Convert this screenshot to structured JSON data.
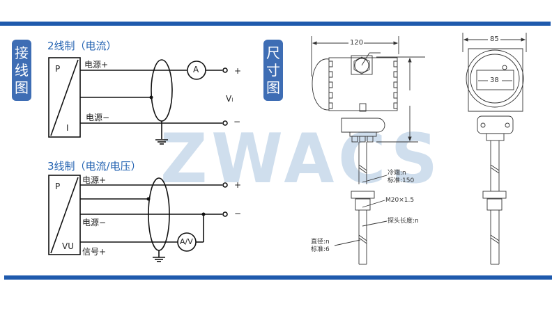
{
  "colors": {
    "accent": "#1f5aad",
    "tag_bg": "#3e6db4",
    "title": "#2060b0",
    "watermark": "#c7d9ea"
  },
  "watermark": "ZWACS",
  "wiring": {
    "tag_chars": [
      "接",
      "线",
      "图"
    ],
    "two_wire": {
      "title": "2线制（电流）",
      "box_top": "P",
      "box_bottom": "I",
      "power_plus": "电源+",
      "power_minus": "电源−",
      "meter": "A",
      "terminal_plus": "+",
      "terminal_minus": "−",
      "voltage": "Vₗ"
    },
    "three_wire": {
      "title": "3线制（电流/电压）",
      "box_top": "P",
      "box_bottom": "VU",
      "power_plus": "电源+",
      "power_minus": "电源−",
      "signal_plus": "信号+",
      "meter": "A/V",
      "terminal_plus": "+",
      "terminal_minus": "−"
    }
  },
  "dimensions": {
    "tag_chars": [
      "尺",
      "寸",
      "图"
    ],
    "width_side": "120",
    "width_front": "85",
    "display_width": "38",
    "cold_end": [
      "冷端:n",
      "标准:150"
    ],
    "thread": "M20×1.5",
    "probe_length": "探头长度:n",
    "diameter": [
      "直径:n",
      "标准:6"
    ]
  }
}
